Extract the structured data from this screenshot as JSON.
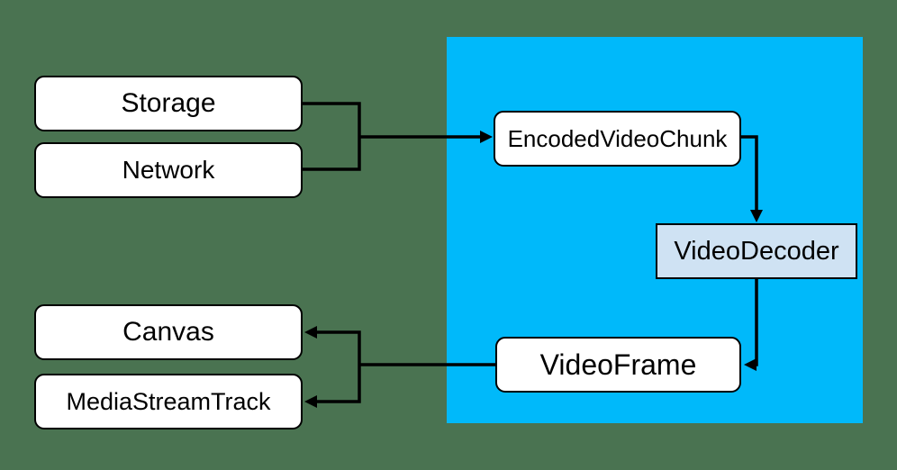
{
  "colors": {
    "background": "#4A7351",
    "region-fill": "#00B9FA",
    "node-fill": "#FFFFFF",
    "decoder-fill": "#CFE2F3",
    "node-border": "#000000",
    "connector": "#000000",
    "text": "#000000"
  },
  "nodes": {
    "storage": {
      "label": "Storage"
    },
    "network": {
      "label": "Network"
    },
    "encoded_video_chunk": {
      "label": "EncodedVideoChunk"
    },
    "video_decoder": {
      "label": "VideoDecoder"
    },
    "video_frame": {
      "label": "VideoFrame"
    },
    "canvas": {
      "label": "Canvas"
    },
    "media_stream_track": {
      "label": "MediaStreamTrack"
    }
  },
  "edges": [
    {
      "from": "storage",
      "to": "encoded_video_chunk"
    },
    {
      "from": "network",
      "to": "encoded_video_chunk"
    },
    {
      "from": "encoded_video_chunk",
      "to": "video_decoder"
    },
    {
      "from": "video_decoder",
      "to": "video_frame"
    },
    {
      "from": "video_frame",
      "to": "canvas"
    },
    {
      "from": "video_frame",
      "to": "media_stream_track"
    }
  ]
}
